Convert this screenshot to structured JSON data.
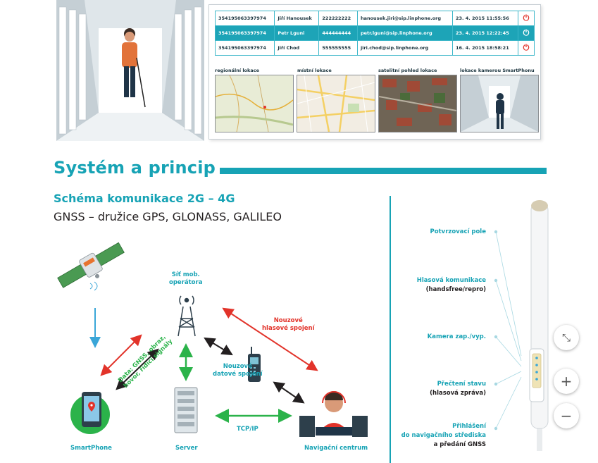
{
  "users_table": {
    "rows": [
      {
        "imei": "354195063397974",
        "name": "Jiří Hanousek",
        "phone": "222222222",
        "email": "hanousek.jiri@sip.linphone.org",
        "datetime": "23. 4. 2015 11:55:56",
        "selected": false
      },
      {
        "imei": "354195063397974",
        "name": "Petr Lguni",
        "phone": "444444444",
        "email": "petr.lguni@sip.linphone.org",
        "datetime": "23. 4. 2015 12:22:45",
        "selected": true
      },
      {
        "imei": "354195063397974",
        "name": "Jiří Chod",
        "phone": "555555555",
        "email": "jiri.chod@sip.linphone.org",
        "datetime": "16. 4. 2015 18:58:21",
        "selected": false
      }
    ]
  },
  "map_views": {
    "regional": "regionální lokace",
    "local": "místní lokace",
    "satellite": "satelitní pohled lokace",
    "camera": "lokace kamerou SmartPhonu"
  },
  "section": {
    "title": "Systém a princip",
    "subtitle": "Schéma komunikace 2G – 4G",
    "gnss": "GNSS – družice GPS, GLONASS, GALILEO"
  },
  "diagram": {
    "operator_line1": "Síť mob.",
    "operator_line2": "operátora",
    "voice_line1": "Nouzové",
    "voice_line2": "hlasové spojení",
    "data_line1": "Nouzové",
    "data_line2": "datové spojení",
    "data_diag_line1": "Data: GNSS, obraz,",
    "data_diag_line2": "hovor, řídicí signály",
    "tcpip": "TCP/IP",
    "smartphone": "SmartPhone",
    "server": "Server",
    "nav_center": "Navigační centrum"
  },
  "device_features": {
    "confirm": "Potvrzovací pole",
    "voice_title": "Hlasová komunikace",
    "voice_sub": "(handsfree/repro)",
    "camera": "Kamera zap./vyp.",
    "status_title": "Přečtení stavu",
    "status_sub": "(hlasová zpráva)",
    "login_line1": "Přihlášení",
    "login_line2": "do navigačního střediska",
    "login_line3": "a předání GNSS"
  },
  "zoom_controls": {
    "collapse": "⤡",
    "plus": "+",
    "minus": "−"
  },
  "colors": {
    "accent": "#17a3b5",
    "red": "#e2332a",
    "green": "#2bb34a",
    "dark": "#231f20"
  }
}
